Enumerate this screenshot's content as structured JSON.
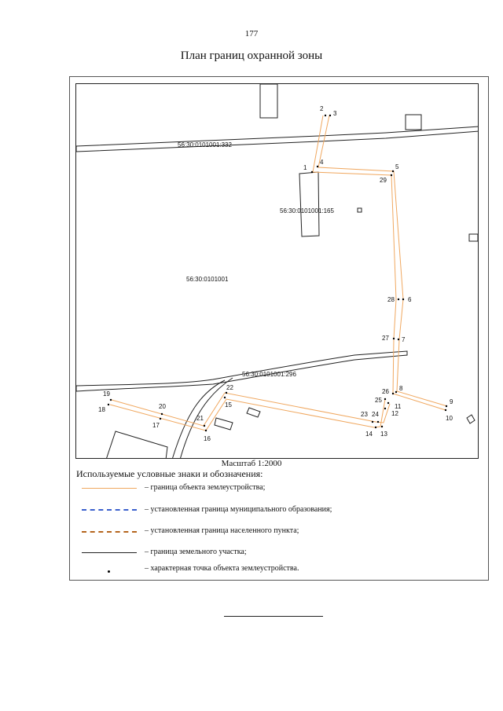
{
  "page": {
    "number": "177",
    "title": "План границ охранной зоны"
  },
  "map": {
    "scale_label": "Масштаб 1:2000",
    "parcel_labels": [
      "56:30:0101001:332",
      "56:30:0101001:165",
      "56:30:0101001",
      "56:30:0101001:296"
    ],
    "point_labels": [
      "1",
      "2",
      "3",
      "4",
      "5",
      "6",
      "7",
      "8",
      "9",
      "10",
      "11",
      "12",
      "13",
      "14",
      "15",
      "16",
      "17",
      "18",
      "19",
      "20",
      "21",
      "22",
      "23",
      "24",
      "25",
      "26",
      "27",
      "28",
      "29"
    ],
    "colors": {
      "object_boundary": "#f0a860",
      "municipal_boundary": "#3a5fcd",
      "settlement_boundary": "#b5651d",
      "parcel_boundary": "#222222",
      "point": "#000000"
    }
  },
  "legend": {
    "title": "Используемые условные знаки и обозначения:",
    "items": [
      {
        "text": "– граница объекта землеустройства;"
      },
      {
        "text": "– установленная граница муниципального образования;"
      },
      {
        "text": "– установленная граница населенного пункта;"
      },
      {
        "text": "– граница земельного участка;"
      },
      {
        "text": "– характерная точка объекта землеустройства."
      }
    ]
  }
}
